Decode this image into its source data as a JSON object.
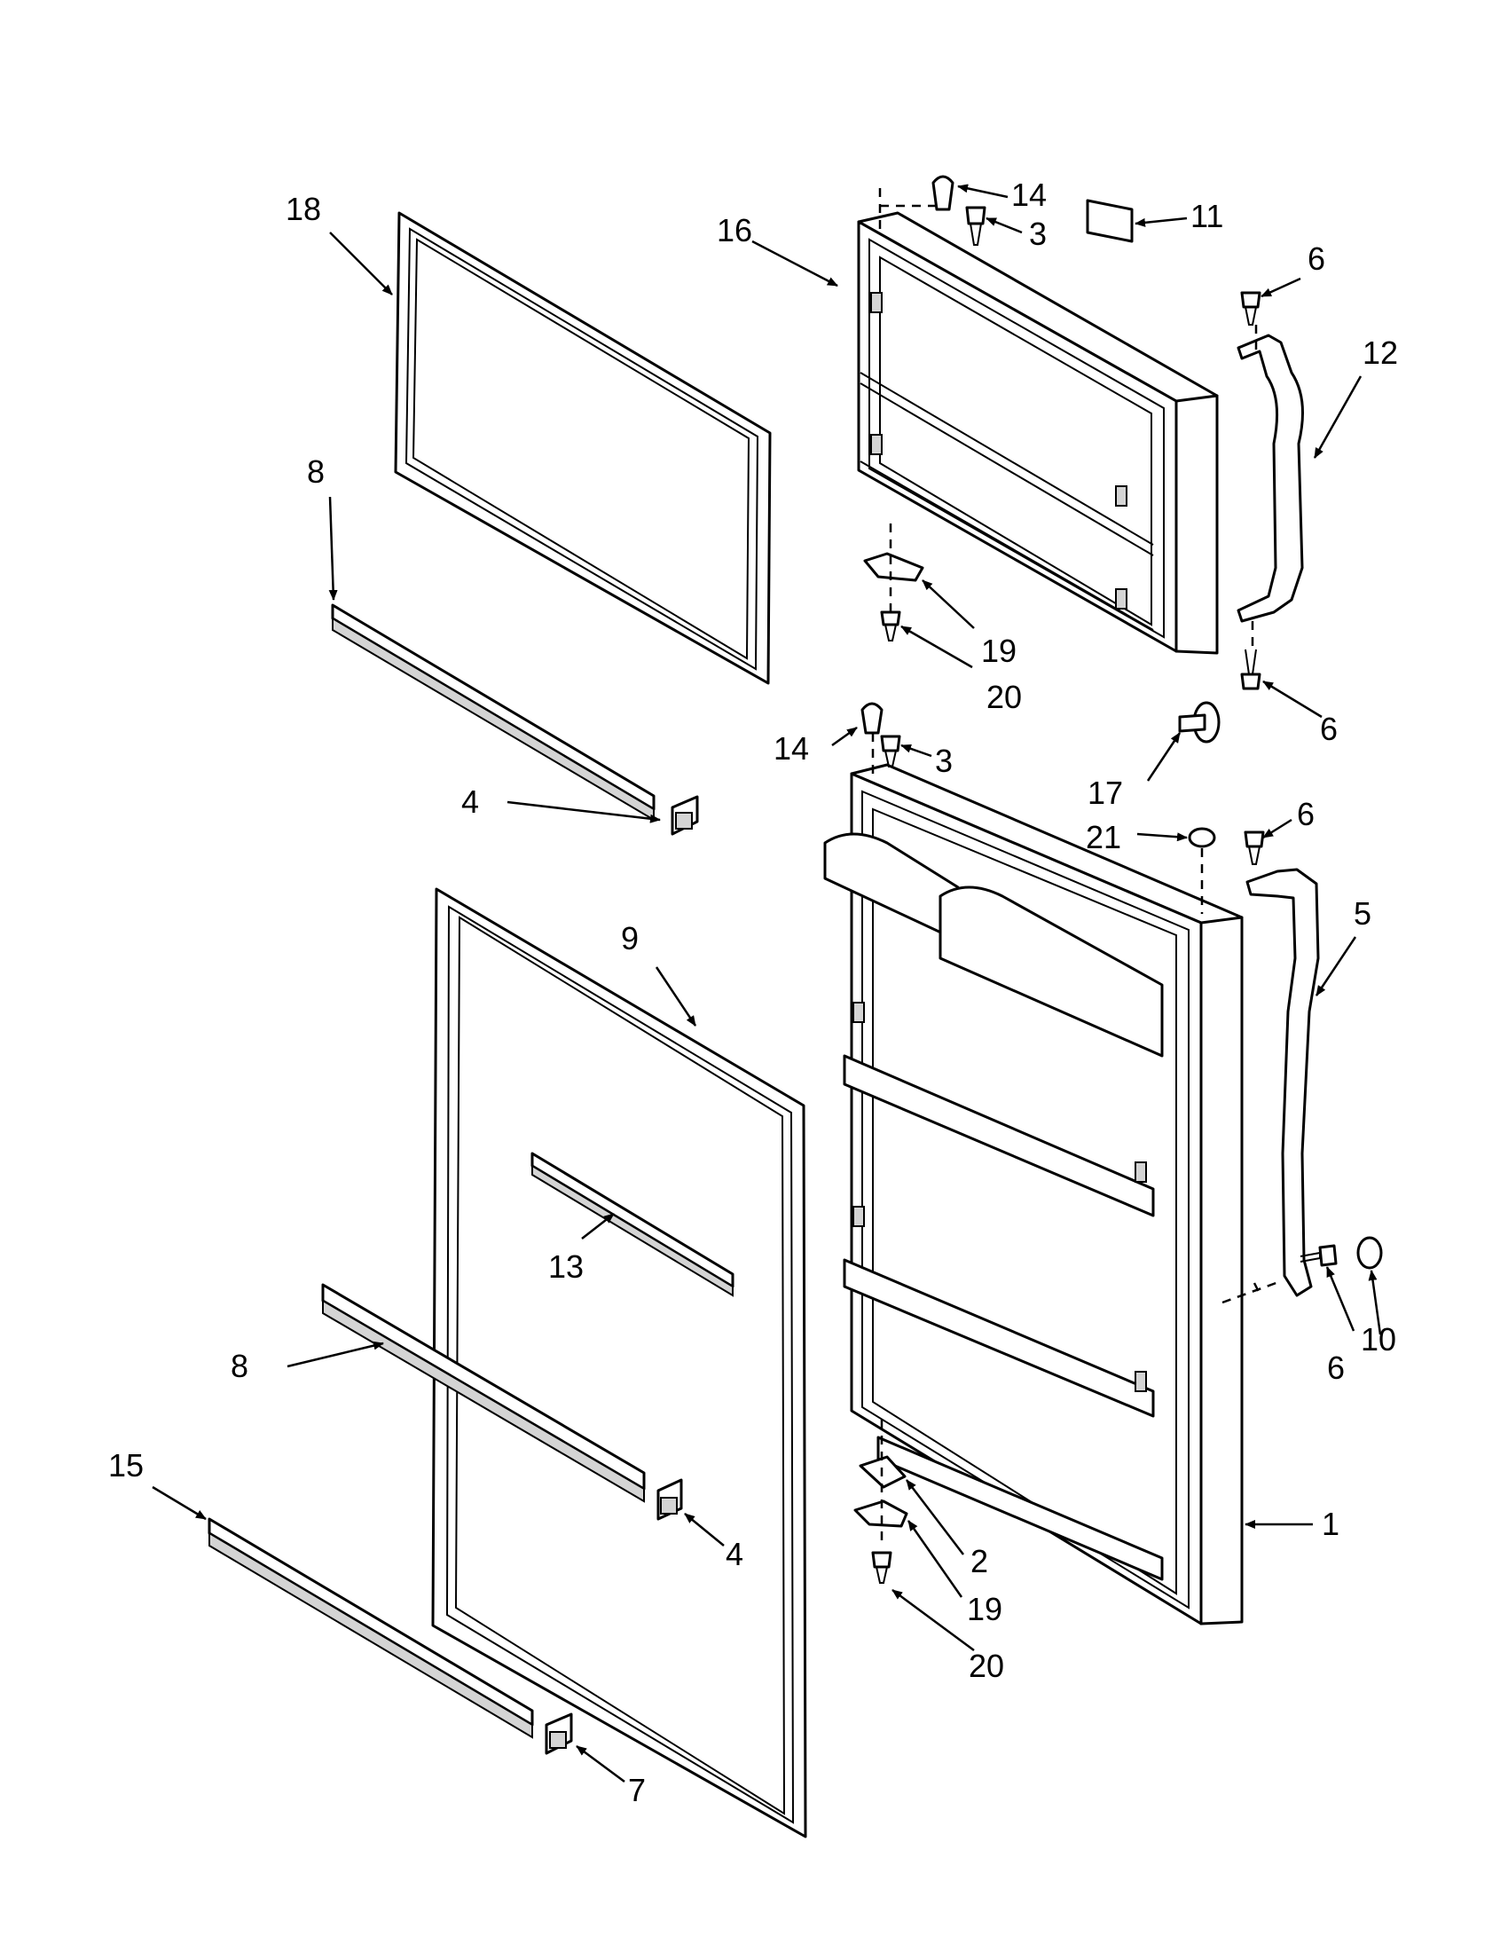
{
  "callouts": {
    "c1": "1",
    "c2": "2",
    "c3a": "3",
    "c3b": "3",
    "c4a": "4",
    "c4b": "4",
    "c5": "5",
    "c6a": "6",
    "c6b": "6",
    "c6c": "6",
    "c6d": "6",
    "c7": "7",
    "c8a": "8",
    "c8b": "8",
    "c9": "9",
    "c10": "10",
    "c11": "11",
    "c12": "12",
    "c13": "13",
    "c14a": "14",
    "c14b": "14",
    "c15": "15",
    "c16": "16",
    "c17": "17",
    "c18": "18",
    "c19a": "19",
    "c19b": "19",
    "c20a": "20",
    "c20b": "20",
    "c21": "21"
  }
}
